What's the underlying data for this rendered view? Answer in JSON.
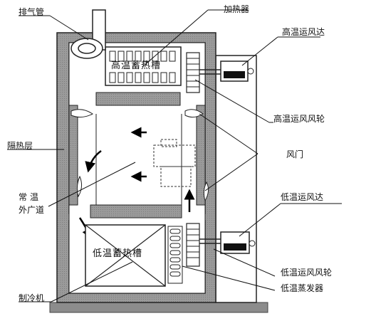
{
  "labels": {
    "exhaust_pipe": "排气管",
    "heater": "加热器",
    "high_temp_tank": "高温蓄热槽",
    "high_temp_motor": "高温运风达",
    "high_temp_fan": "高温运风风轮",
    "insulation": "隔热层",
    "damper": "风门",
    "room_temp_channel_line1": "常温",
    "room_temp_channel_line2": "外广道",
    "low_temp_motor": "低温运风达",
    "low_temp_tank": "低温蓄热槽",
    "low_temp_fan": "低温运风风轮",
    "evaporator": "低温蒸发器",
    "refrigerator": "制冷机"
  }
}
